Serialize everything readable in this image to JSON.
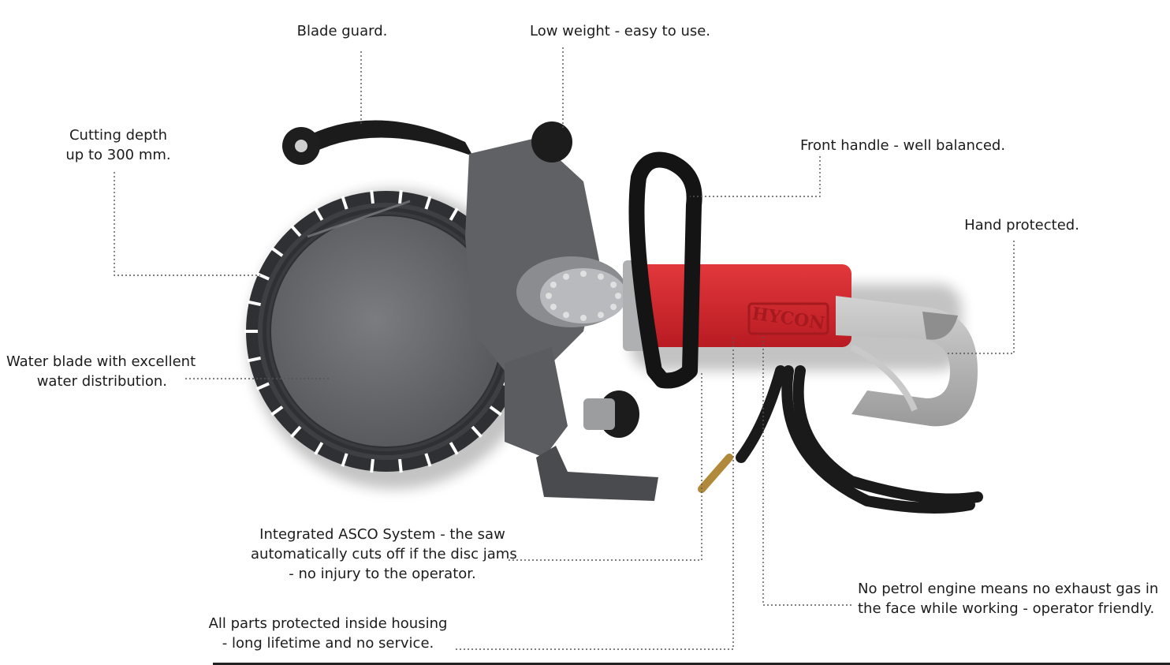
{
  "callouts": {
    "blade_guard": "Blade guard.",
    "low_weight": "Low weight - easy to use.",
    "cutting_depth": [
      "Cutting depth",
      "up to 300 mm."
    ],
    "front_handle": "Front handle - well balanced.",
    "hand_protected": "Hand protected.",
    "water_blade": [
      "Water blade with excellent",
      "water distribution."
    ],
    "asco_system": [
      "Integrated ASCO System - the saw",
      "automatically cuts off if the disc jams",
      "- no injury to the operator."
    ],
    "no_petrol": [
      "No petrol engine means no exhaust gas in",
      "the face while working - operator friendly."
    ],
    "parts_protected": [
      "All parts protected inside housing",
      "- long lifetime and no service."
    ]
  },
  "product": {
    "brand": "HYCON"
  },
  "colors": {
    "body_red": "#d8252b",
    "blade_grey": "#6b6d70",
    "handle_black": "#151515",
    "grip_grey": "#b9b9b9",
    "leader": "#555555"
  }
}
